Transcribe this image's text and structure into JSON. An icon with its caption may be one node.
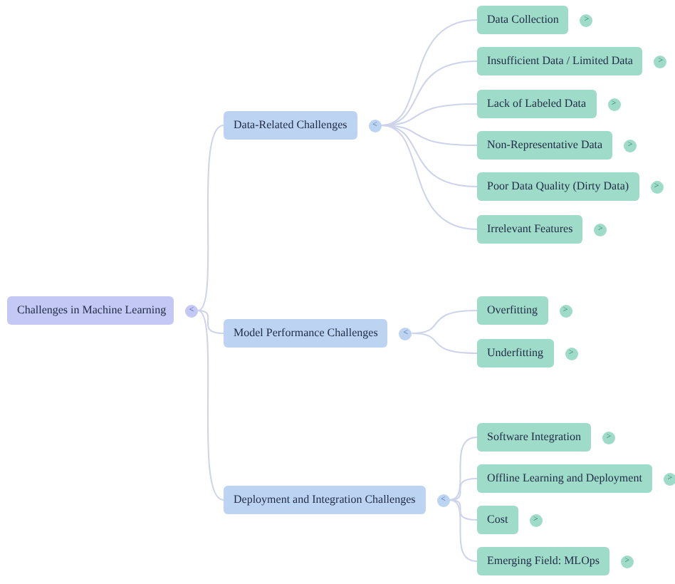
{
  "diagram": {
    "nodes": [
      {
        "text": [
          "Challenges in Machine Learning"
        ],
        "beside": [
          "<"
        ]
      },
      {
        "text": [
          "Data-Related Challenges"
        ],
        "beside": [
          "<"
        ]
      },
      {
        "text": [
          "Model Performance Challenges"
        ],
        "beside": [
          "<"
        ]
      },
      {
        "text": [
          "Deployment and Integration Challenges"
        ],
        "beside": [
          "<"
        ]
      },
      {
        "text": [
          "Data Collection"
        ],
        "beside": [
          ">"
        ]
      },
      {
        "text": [
          "Insufficient Data / Limited Data"
        ],
        "beside": [
          ">"
        ]
      },
      {
        "text": [
          "Lack of Labeled Data"
        ],
        "beside": [
          ">"
        ]
      },
      {
        "text": [
          "Non-Representative Data"
        ],
        "beside": [
          ">"
        ]
      },
      {
        "text": [
          "Poor Data Quality (Dirty Data)"
        ],
        "beside": [
          ">"
        ]
      },
      {
        "text": [
          "Irrelevant Features"
        ],
        "beside": [
          ">"
        ]
      },
      {
        "text": [
          "Overfitting"
        ],
        "beside": [
          ">"
        ]
      },
      {
        "text": [
          "Underfitting"
        ],
        "beside": [
          ">"
        ]
      },
      {
        "text": [
          "Software Integration"
        ],
        "beside": [
          ">"
        ]
      },
      {
        "text": [
          "Offline Learning and Deployment"
        ],
        "beside": [
          ">"
        ]
      },
      {
        "text": [
          "Cost"
        ],
        "beside": [
          ">"
        ]
      },
      {
        "text": [
          "Emerging Field: MLOps"
        ],
        "beside": [
          ">"
        ]
      }
    ],
    "edges": [
      {
        "from": 0,
        "to": 1,
        "arrow": "none"
      },
      {
        "from": 0,
        "to": 2,
        "arrow": "none"
      },
      {
        "from": 0,
        "to": 3,
        "arrow": "none"
      },
      {
        "from": 1,
        "to": 4,
        "arrow": "none"
      },
      {
        "from": 1,
        "to": 5,
        "arrow": "none"
      },
      {
        "from": 1,
        "to": 6,
        "arrow": "none"
      },
      {
        "from": 1,
        "to": 7,
        "arrow": "none"
      },
      {
        "from": 1,
        "to": 8,
        "arrow": "none"
      },
      {
        "from": 1,
        "to": 9,
        "arrow": "none"
      },
      {
        "from": 2,
        "to": 10,
        "arrow": "none"
      },
      {
        "from": 2,
        "to": 11,
        "arrow": "none"
      },
      {
        "from": 3,
        "to": 12,
        "arrow": "none"
      },
      {
        "from": 3,
        "to": 13,
        "arrow": "none"
      },
      {
        "from": 3,
        "to": 14,
        "arrow": "none"
      },
      {
        "from": 3,
        "to": 15,
        "arrow": "none"
      }
    ]
  }
}
